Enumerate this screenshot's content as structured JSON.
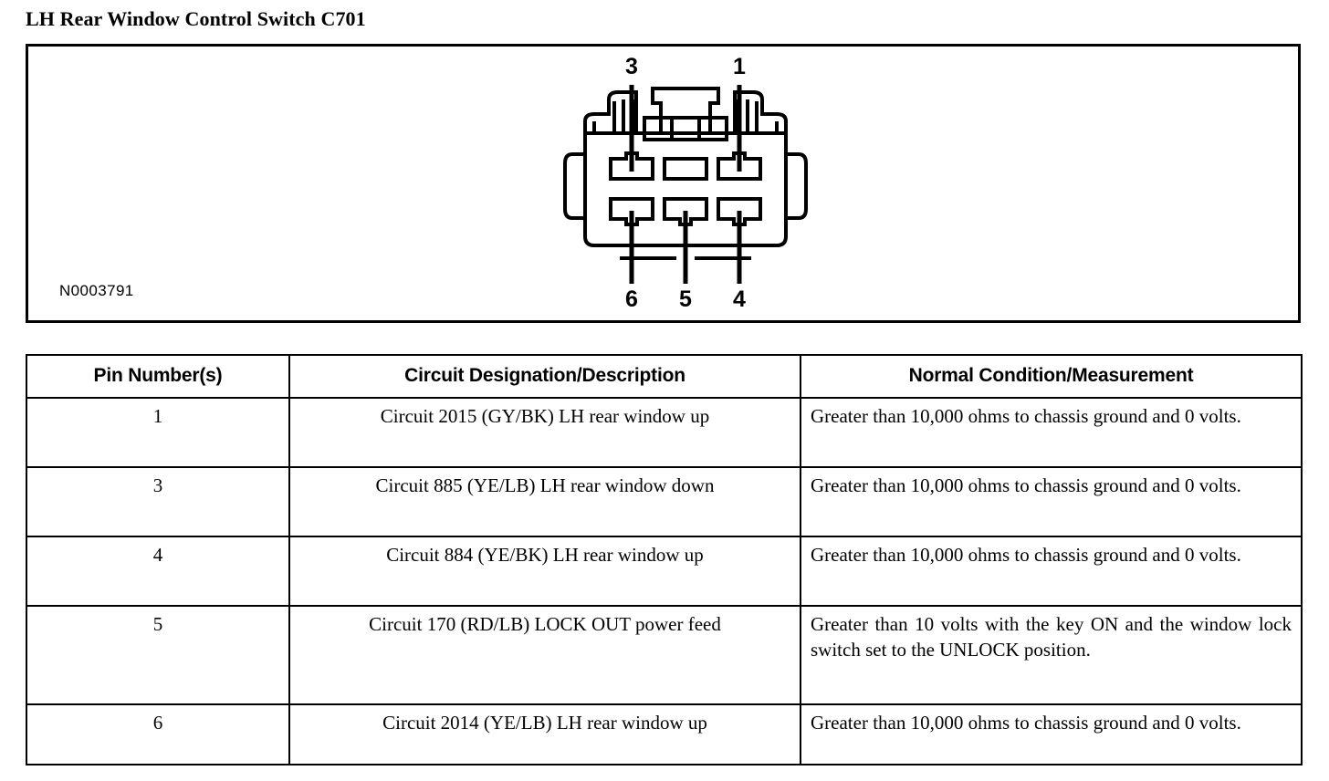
{
  "page": {
    "title": "LH Rear Window Control Switch C701"
  },
  "diagram": {
    "caption": "N0003791",
    "connector_type": "6-cavity automotive connector, face view",
    "pin_labels_top": [
      "3",
      "1"
    ],
    "pin_labels_bottom": [
      "6",
      "5",
      "4"
    ],
    "cavity_count": 6,
    "rows": 2,
    "columns": 3
  },
  "table": {
    "headers": {
      "pin": "Pin Number(s)",
      "description": "Circuit Designation/Description",
      "measurement": "Normal Condition/Measurement"
    },
    "rows": [
      {
        "pin": "1",
        "description": "Circuit 2015 (GY/BK) LH rear window up",
        "measurement": "Greater than 10,000 ohms to chassis ground and 0 volts."
      },
      {
        "pin": "3",
        "description": "Circuit 885 (YE/LB) LH rear window down",
        "measurement": "Greater than 10,000 ohms to chassis ground and 0 volts."
      },
      {
        "pin": "4",
        "description": "Circuit 884 (YE/BK) LH rear window up",
        "measurement": "Greater than 10,000 ohms to chassis ground and 0 volts."
      },
      {
        "pin": "5",
        "description": "Circuit 170 (RD/LB) LOCK OUT power feed",
        "measurement": "Greater than 10 volts with the key ON and the window lock switch set to the UNLOCK position."
      },
      {
        "pin": "6",
        "description": "Circuit 2014 (YE/LB) LH rear window up",
        "measurement": "Greater than 10,000 ohms to chassis ground and 0 volts."
      }
    ]
  },
  "colors": {
    "ink": "#000000",
    "paper": "#ffffff"
  }
}
